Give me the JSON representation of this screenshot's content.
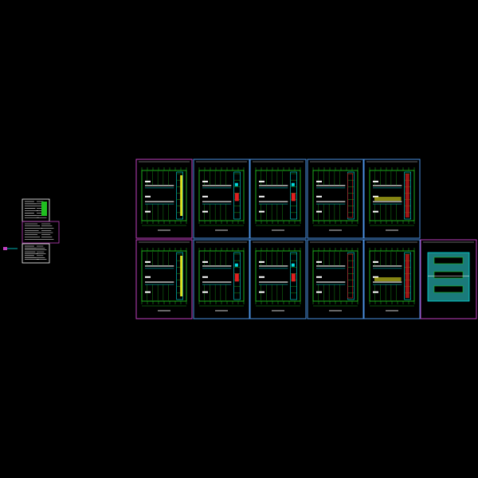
{
  "canvas": {
    "background": "#000000"
  },
  "colors": {
    "frame_magenta": "#c040c0",
    "frame_blue": "#4a90e0",
    "sheet_white": "#ffffff",
    "wall_green": "#20c020",
    "line_cyan": "#00e0e0",
    "accent_yellow": "#e0e020",
    "accent_red": "#e02020",
    "fill_teal": "#1a7a7a"
  },
  "cover_sheets": [
    {
      "id": "cover-1",
      "kind": "notes"
    },
    {
      "id": "cover-2",
      "kind": "legend"
    },
    {
      "id": "cover-3",
      "kind": "notes"
    }
  ],
  "plan_sheets": {
    "rows": [
      {
        "row": 1,
        "count": 5,
        "frame_style": [
          "magenta",
          "blue",
          "blue",
          "blue",
          "blue"
        ]
      },
      {
        "row": 2,
        "count": 6,
        "frame_style": [
          "magenta",
          "blue",
          "blue",
          "blue",
          "blue",
          "magenta"
        ]
      }
    ],
    "variants": [
      [
        "plan-a",
        "plan-b",
        "plan-b",
        "plan-c",
        "plan-d"
      ],
      [
        "plan-a",
        "plan-b",
        "plan-b",
        "plan-c",
        "plan-d",
        "plan-roof"
      ]
    ]
  }
}
